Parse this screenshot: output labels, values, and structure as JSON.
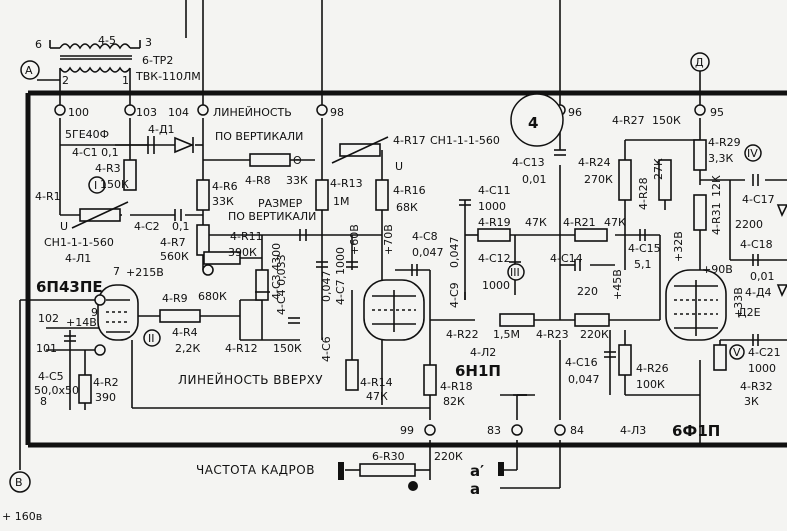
{
  "labels": {
    "t_6": "6",
    "t_45": "4-5",
    "t_3": "3",
    "t_6tp2": "6-ТР2",
    "t_A": "А",
    "t_2": "2",
    "t_1": "1",
    "t_tvk": "ТВК-110ЛМ",
    "t_100": "100",
    "t_103": "103",
    "t_104": "104",
    "t_lin": "ЛИНЕЙНОСТЬ",
    "t_98": "98",
    "t_96": "96",
    "t_95": "95",
    "t_D": "Д",
    "t_5ge": "5ГЕ40Ф",
    "t_4d1": "4-Д1",
    "t_4c1": "4-С1 0,1",
    "t_povert": "ПО ВЕРТИКАЛИ",
    "t_4r3": "4-R3",
    "t_150k_a": "150К",
    "t_4r8": "4-R8",
    "t_33k_a": "33К",
    "t_theta": "Θ",
    "t_4r17": "4-R17",
    "t_ch_a": "СН1-1-1-560",
    "t_4r1": "4-R1",
    "t_I": "I",
    "t_U_a": "U",
    "t_4r6": "4-R6",
    "t_33k_b": "33К",
    "t_razmer": "РАЗМЕР",
    "t_povert2": "ПО ВЕРТИКАЛИ",
    "t_4r13": "4-R13",
    "t_1m": "1М",
    "t_4r16": "4-R16",
    "t_68k": "68К",
    "t_U_b": "U",
    "t_4c2": "4-С2",
    "t_01_a": "0,1",
    "t_ch_b": "СН1-1-1-560",
    "t_4l1": "4-Л1",
    "t_4r7": "4-R7",
    "t_560k": "560К",
    "t_4r11": "4-R11",
    "t_390k": "390К",
    "t_4c3": "4-С3 4300",
    "t_4c4": "4-С4 0,033",
    "t_1000_a": "1000",
    "t_4c7": "4-С7",
    "t_60v": "+60В",
    "t_70v": "+70В",
    "t_4c8": "4-С8",
    "t_0047_a": "0,047",
    "t_4c9": "4-С9",
    "t_0047_b": "0,047",
    "t_4c11": "4-С11",
    "t_1000_b": "1000",
    "t_4r19": "4-R19",
    "t_47k_a": "47К",
    "t_4c12": "4-С12",
    "t_1000_c": "1000",
    "t_III": "III",
    "t_4c13": "4-С13",
    "t_001": "0,01",
    "t_4r24": "4-R24",
    "t_270k": "270К",
    "t_4r21": "4-R21",
    "t_47k_b": "47К",
    "t_4c14": "4-С14",
    "t_220": "220",
    "t_4r27": "4-R27",
    "t_150k_b": "150К",
    "t_4r28": "4-R28",
    "t_27k": "27К",
    "t_4c15": "4-С15",
    "t_51": "5,1",
    "t_32v": "+32В",
    "t_90v": "+90В",
    "t_45v": "+45В",
    "t_4r29": "4-R29",
    "t_33k_c": "3,3К",
    "t_IV": "IV",
    "t_4r31": "4-R31",
    "t_12k": "12К",
    "t_4c17": "4-С17",
    "t_2200": "2200",
    "t_4c18": "4-С18",
    "t_001_b": "0,01",
    "t_4d4": "4-Д4",
    "t_d2e": "Д2Е",
    "t_33v": "+33В",
    "t_6p43": "6П43ПЕ",
    "t_215v": "+215В",
    "t_7": "7",
    "t_9": "9",
    "t_102": "102",
    "t_14v": "+14В",
    "t_101": "101",
    "t_4r9": "4-R9",
    "t_4r4": "4-R4",
    "t_22k": "2,2К",
    "t_II": "II",
    "t_680k": "680К",
    "t_4r12": "4-R12",
    "t_150k_c": "150К",
    "t_4c6": "4-С6",
    "t_047": "0,047",
    "t_4r22": "4-R22",
    "t_15m": "1,5М",
    "t_4r23": "4-R23",
    "t_220k": "220К",
    "t_4l2": "4-Л2",
    "t_6n1p": "6Н1П",
    "t_4c16": "4-С16",
    "t_0047_c": "0,047",
    "t_4r26": "4-R26",
    "t_100k": "100К",
    "t_V": "V",
    "t_4c21": "4-С21",
    "t_1000_d": "1000",
    "t_4r32": "4-R32",
    "t_3k": "3К",
    "t_4c5": "4-С5",
    "t_5050": "50,0х50",
    "t_4r2": "4-R2",
    "t_390": "390",
    "t_8": "8",
    "t_linup": "ЛИНЕЙНОСТЬ ВВЕРХУ",
    "t_4r14": "4-R14",
    "t_47k_c": "47К",
    "t_4r18": "4-R18",
    "t_82k": "82К",
    "t_99": "99",
    "t_83": "83",
    "t_84": "84",
    "t_4l3": "4-Л3",
    "t_6f1p": "6Ф1П",
    "t_freq": "ЧАСТОТА КАДРОВ",
    "t_6r30": "6-R30",
    "t_220k_b": "220К",
    "t_aprime": "а′",
    "t_a": "а",
    "t_B": "В",
    "t_160v": "+ 160в",
    "t_board": "4"
  }
}
